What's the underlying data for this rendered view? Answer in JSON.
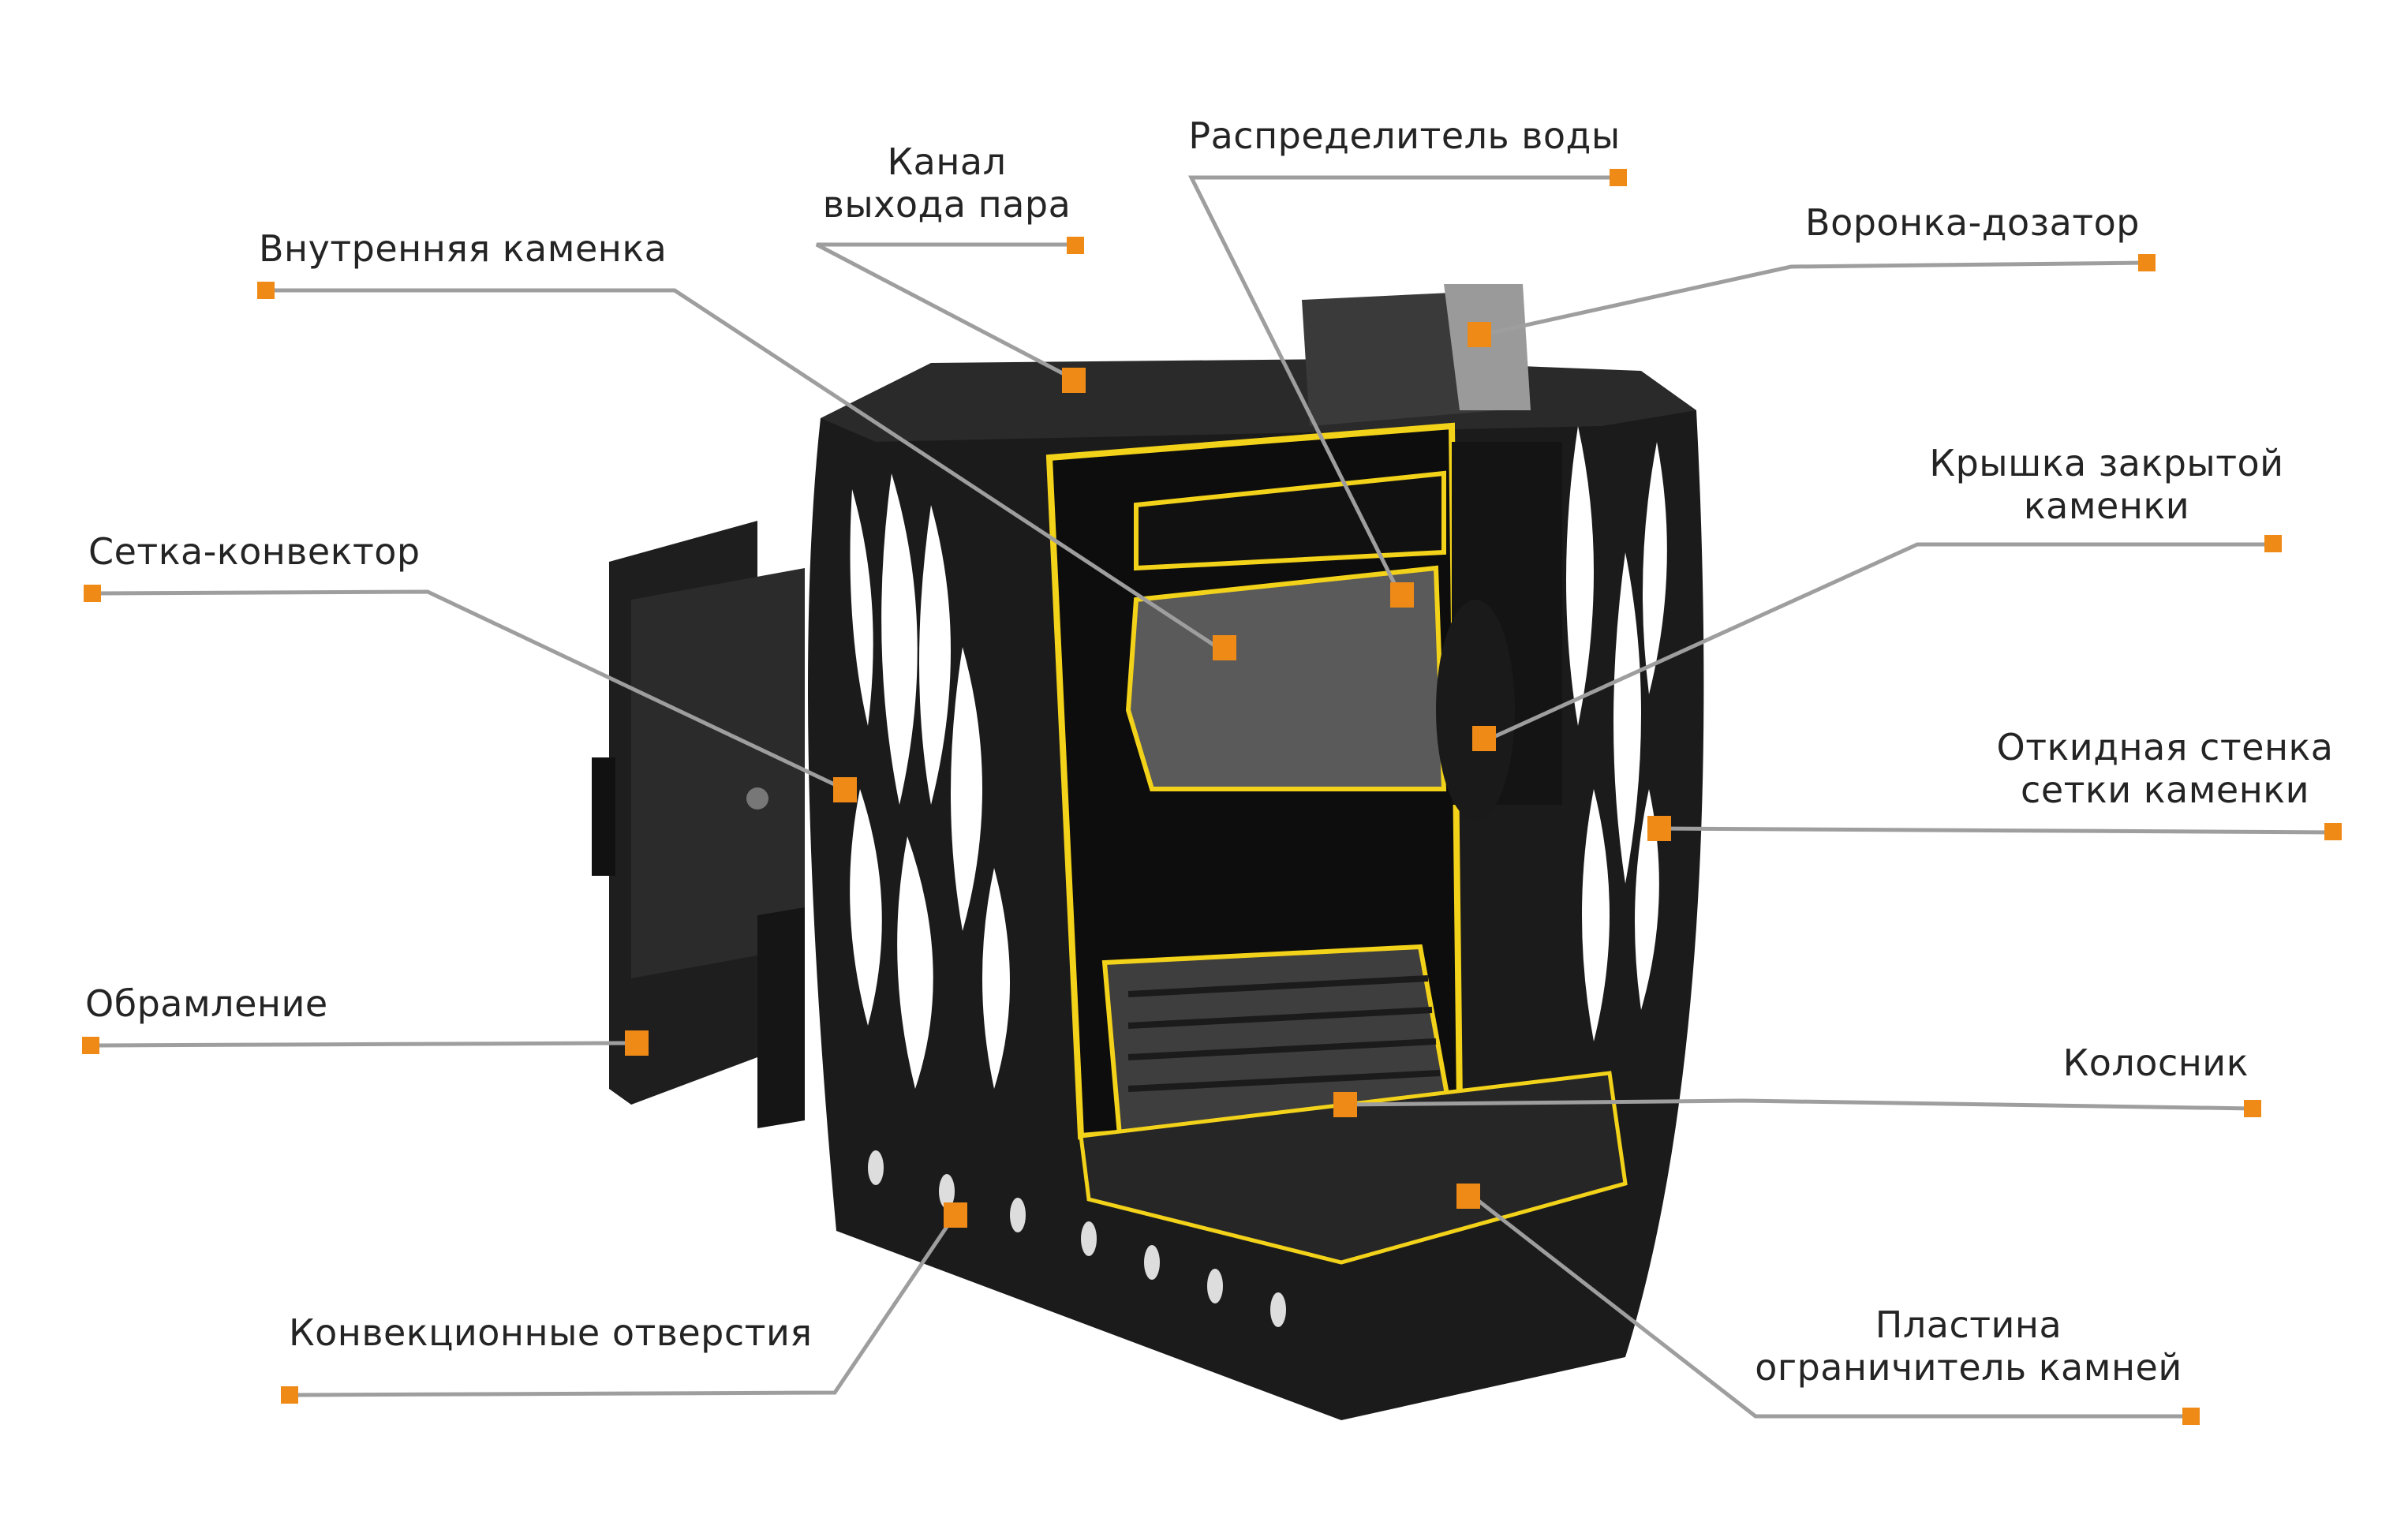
{
  "diagram": {
    "subject": "Sauna stove cutaway",
    "colors": {
      "marker": "#ef8a17",
      "leader_line": "#9e9e9e",
      "cut_edge": "#f3d21a",
      "stove_body": "#1c1c1c",
      "background": "#ffffff"
    },
    "labels": [
      {
        "id": "steam_channel",
        "lines": [
          "Канал",
          "выхода пара"
        ]
      },
      {
        "id": "water_distributor",
        "lines": [
          "Распределитель воды"
        ]
      },
      {
        "id": "inner_stone_chamber",
        "lines": [
          "Внутренняя каменка"
        ]
      },
      {
        "id": "dosing_funnel",
        "lines": [
          "Воронка-дозатор"
        ]
      },
      {
        "id": "closed_chamber_lid",
        "lines": [
          "Крышка закрытой",
          "каменки"
        ]
      },
      {
        "id": "convector_grid",
        "lines": [
          "Сетка-конвектор"
        ]
      },
      {
        "id": "hinged_grid_wall",
        "lines": [
          "Откидная стенка",
          "сетки каменки"
        ]
      },
      {
        "id": "frame",
        "lines": [
          "Обрамление"
        ]
      },
      {
        "id": "grate",
        "lines": [
          "Колосник"
        ]
      },
      {
        "id": "convection_holes",
        "lines": [
          "Конвекционные отверстия"
        ]
      },
      {
        "id": "stone_limiter_plate",
        "lines": [
          "Пластина",
          "ограничитель камней"
        ]
      }
    ]
  }
}
